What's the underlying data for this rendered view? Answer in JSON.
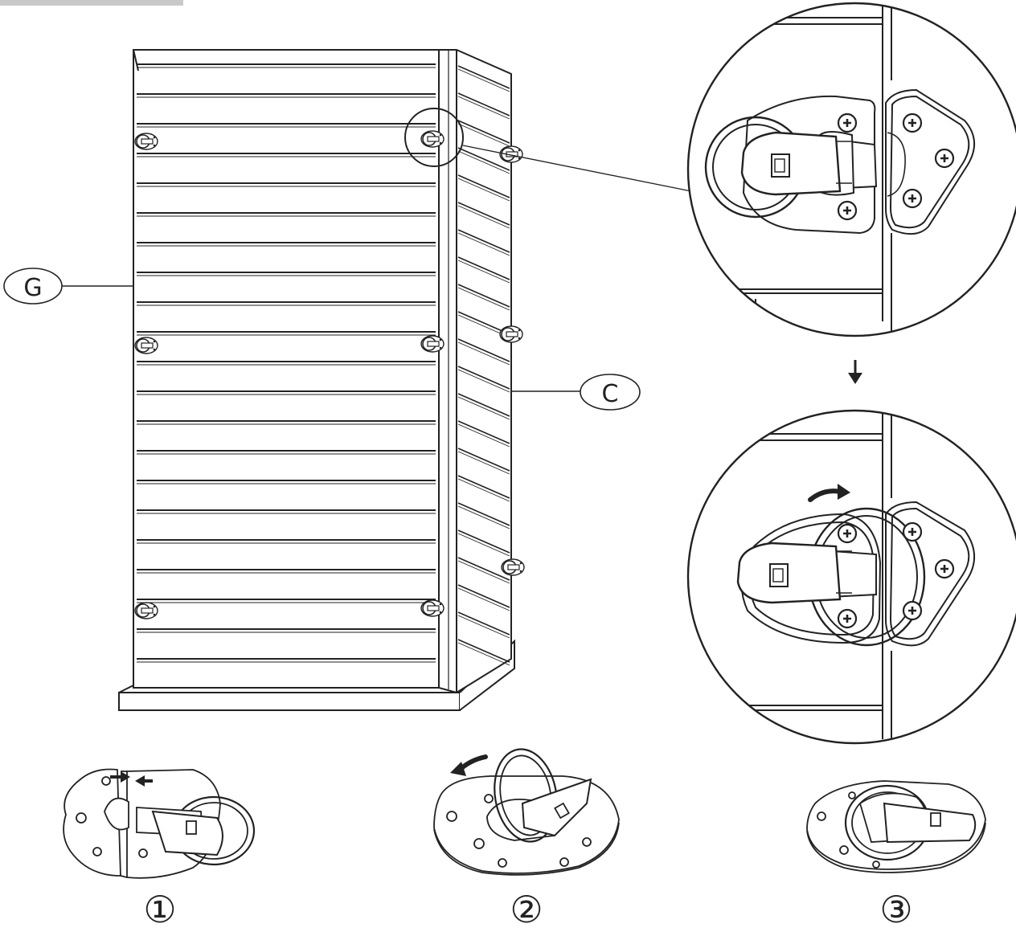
{
  "labels": {
    "panel_g": "G",
    "panel_c": "C"
  },
  "steps": [
    {
      "marker": "①"
    },
    {
      "marker": "②"
    },
    {
      "marker": "③"
    }
  ],
  "colors": {
    "line": "#222222",
    "tab_fill": "#c9c9c9",
    "background": "#ffffff"
  },
  "icons": {
    "latch": "latch-clasp-icon",
    "screw": "phillips-screw-icon",
    "arrow": "direction-arrow-icon"
  }
}
